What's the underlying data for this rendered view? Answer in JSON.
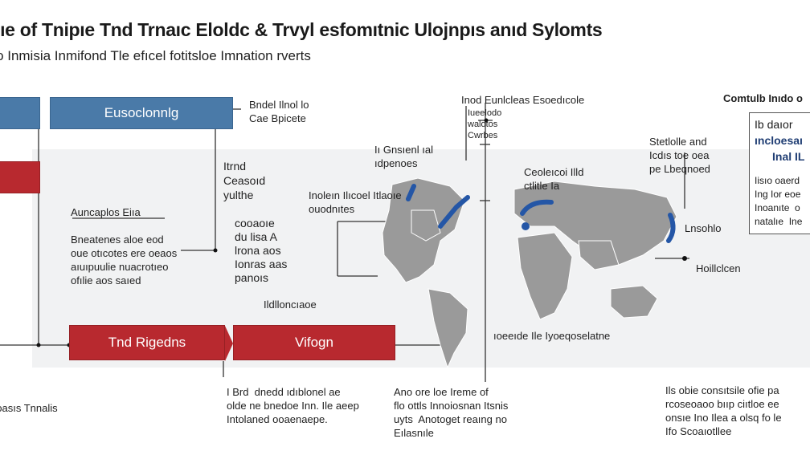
{
  "header": {
    "title": "lıe of Tnipıe Tnd Trnaıc Eloldc & Trvyl esfomıtnic Ulojnpıs anıd Sylomts",
    "subtitle": "ɔ Inmisia Inmifond Tle efıcel fotitsloe Imnation rverts"
  },
  "boxes": {
    "top_blue": "Eusoclonnlg",
    "mid_red_1": "Tnd Rigedns",
    "mid_red_2": "Vifogn"
  },
  "labels": {
    "brand": "Bndel Ilnol lo\nCae Bpicete",
    "left_a": "Auncaplos Eiıa",
    "left_b": "Bneatenes aloe eod\noue otıcotes ere oeaos\naıuıpuulie nuacrotıeo\nofılie aos saıed",
    "col_a": "Itrnd\nCeasoıd\nyulthe",
    "col_b": "cooaoıe\ndu lisa A\nlrona aos\nIonras aas\npanoıs",
    "heritage": "Ildlloncıaoe",
    "bottom_left": "ɔasıs Tnnalis",
    "bottom_a": "I Brd  dnedd ıdıblonel ae\nolde ne bnedoe Inn. Ile aeep\nIntolaned ooaenaepe.",
    "bottom_b": "Ano ore loe Ireme of\nflo ottls Innoiosnan Itsnis\nuyts  Anotoget reaıng no\nEılasnıle",
    "map_top": "Inod Eunlcleas Esoedıcole",
    "map_top_sub": "Iueelodo\nwalotos\nCwrbes",
    "map_left": "Iı Gnsıenl ıal\nıdpenoes",
    "map_left_b": "Inoleın Ilıcoel Itlaoıe\nouodnıtes",
    "map_center": "Ceoleıcoi Illd\nctlitle Ia",
    "map_right": "Stetlolle and\nIcdıs toe oea\npe Lbeqnoed",
    "map_right_b": "Lnsohlo",
    "map_right_c": "Hoillclcen",
    "map_bottom": "ıoeeıde Ile Iyoeqoselatne",
    "right_header": "Comtulb Inıdo o",
    "bottom_right": "Ils obie consıtsile ofie pa\nrcoseoaoo bııp ciıtloe ee\nonsıe Ino Ilea a olsq fo le\nIfo Scoaıotllee"
  },
  "inset": {
    "line1": "Ib daıor",
    "line2": "ıncloesaı",
    "line3": "Inal IL",
    "body": "Iisıo oaerd\nIng Ior eoe\nInoanıte  o\nnatalıe  Ine"
  },
  "colors": {
    "blue": "#4a7aa8",
    "red": "#b8292f",
    "map_gray": "#9a9a9a",
    "map_blue": "#2456a6",
    "band": "#f1f2f3"
  }
}
